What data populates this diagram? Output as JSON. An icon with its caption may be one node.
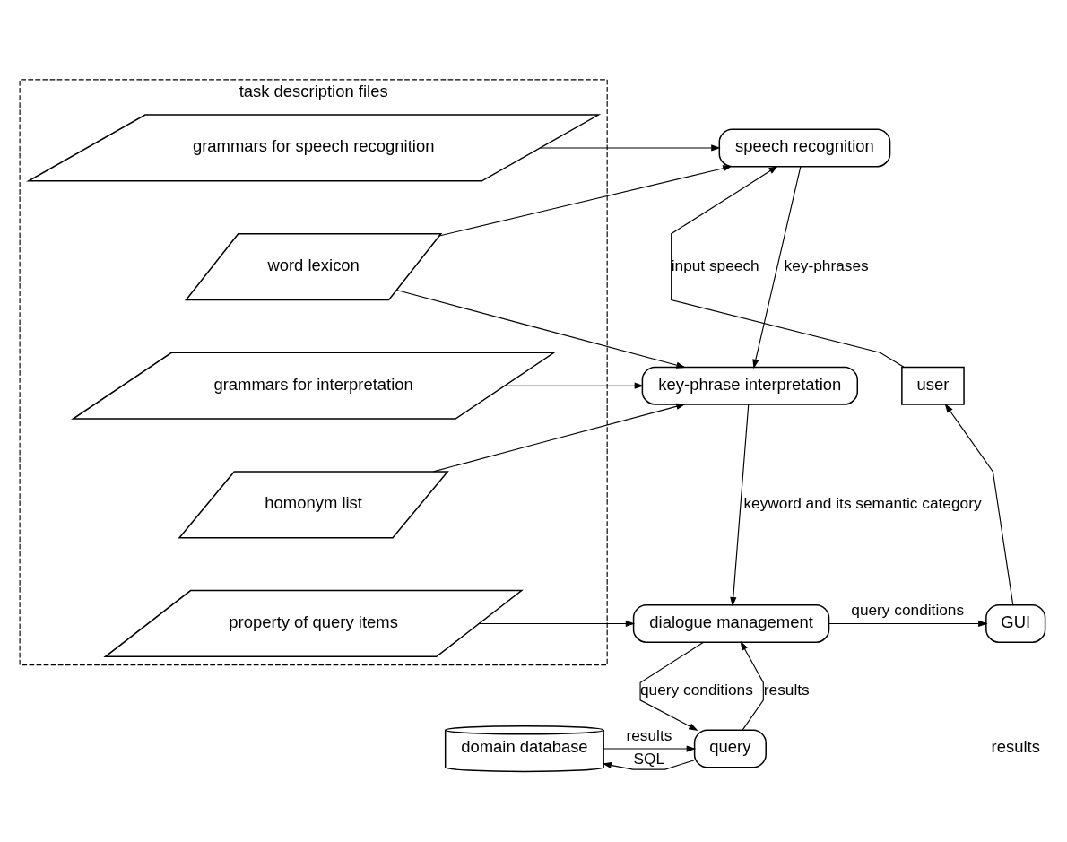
{
  "diagram": {
    "nodes": [
      {
        "text": [
          "task description files"
        ]
      },
      {
        "text": [
          "grammars for speech recognition"
        ],
        "in": 0
      },
      {
        "text": [
          "word lexicon"
        ],
        "in": 0
      },
      {
        "text": [
          "grammars for interpretation"
        ],
        "in": 0
      },
      {
        "text": [
          "homonym list"
        ],
        "in": 0
      },
      {
        "text": [
          "property of query items"
        ],
        "in": 0
      },
      {
        "text": [
          "user"
        ]
      },
      {
        "text": [
          "speech recognition"
        ]
      },
      {
        "text": [
          "key-phrase interpretation"
        ]
      },
      {
        "text": [
          "GUI"
        ]
      },
      {
        "text": [
          "dialogue management"
        ]
      },
      {
        "text": [
          "query"
        ]
      },
      {
        "text": [
          "domain database"
        ]
      }
    ],
    "edges": [
      {
        "from": 6,
        "to": 7,
        "arrow": "to",
        "label": "input speech"
      },
      {
        "from": 1,
        "to": 7,
        "arrow": "to"
      },
      {
        "from": 2,
        "to": 7,
        "arrow": "to"
      },
      {
        "from": 7,
        "to": 8,
        "arrow": "to",
        "label": "key-phrases"
      },
      {
        "from": 2,
        "to": 8,
        "arrow": "to"
      },
      {
        "from": 3,
        "to": 8,
        "arrow": "to"
      },
      {
        "from": 4,
        "to": 8,
        "arrow": "to"
      },
      {
        "from": 8,
        "to": 10,
        "arrow": "to",
        "label": "keyword and its semantic category"
      },
      {
        "from": 5,
        "to": 10,
        "arrow": "to"
      },
      {
        "from": 10,
        "to": 9,
        "arrow": "to",
        "label": "query conditions"
      },
      {
        "from": 9,
        "to": 6,
        "arrow": "to"
      },
      {
        "from": 11,
        "to": 10,
        "arrow": "to",
        "label": "results"
      },
      {
        "from": 10,
        "to": 11,
        "arrow": "to",
        "label": "query conditions"
      },
      {
        "from": 11,
        "to": 12,
        "arrow": "to",
        "label": "SQL"
      },
      {
        "from": 12,
        "to": 11,
        "arrow": "to",
        "label": "results"
      }
    ],
    "labels": [
      "results"
    ]
  }
}
